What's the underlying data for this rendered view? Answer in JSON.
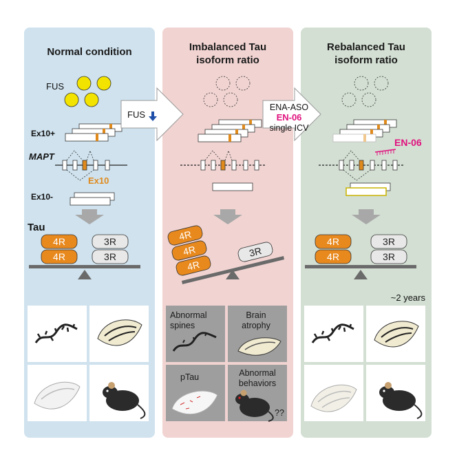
{
  "panels": {
    "normal": {
      "title_line1": "Normal condition",
      "fus_label": "FUS",
      "ex10plus": "Ex10+",
      "mapt": "MAPT",
      "ex10": "Ex10",
      "ex10minus": "Ex10-",
      "tau": "Tau",
      "left_pills": [
        "4R",
        "4R"
      ],
      "right_pills": [
        "3R",
        "3R"
      ]
    },
    "imbalanced": {
      "title_line1": "Imbalanced Tau",
      "title_line2": "isoform ratio",
      "left_pills": [
        "4R",
        "4R",
        "4R"
      ],
      "right_pills": [
        "3R"
      ],
      "cells": {
        "c1_line1": "Abnormal",
        "c1_line2": "spines",
        "c2_line1": "Brain",
        "c2_line2": "atrophy",
        "c3": "pTau",
        "c4_line1": "Abnormal",
        "c4_line2": "behaviors",
        "c4_note": "??"
      }
    },
    "rebalanced": {
      "title_line1": "Rebalanced Tau",
      "title_line2": "isoform ratio",
      "aso_label": "EN-06",
      "duration": "~2 years",
      "left_pills": [
        "4R",
        "4R"
      ],
      "right_pills": [
        "3R",
        "3R"
      ]
    }
  },
  "arrows": {
    "first": {
      "label": "FUS"
    },
    "second": {
      "line1": "ENA-ASO",
      "line2": "EN-06",
      "line3": "single ICV"
    }
  },
  "colors": {
    "panel_normal": "#cfe2ee",
    "panel_imbalanced": "#f1d4d2",
    "panel_rebalanced": "#d3dfd3",
    "fus_yellow": "#f2e300",
    "exon_orange": "#e08a1c",
    "pill_4r": "#e8891e",
    "pill_3r": "#e8e8e8",
    "magenta": "#e0127e",
    "down_arrow": "#1f4fa8"
  }
}
